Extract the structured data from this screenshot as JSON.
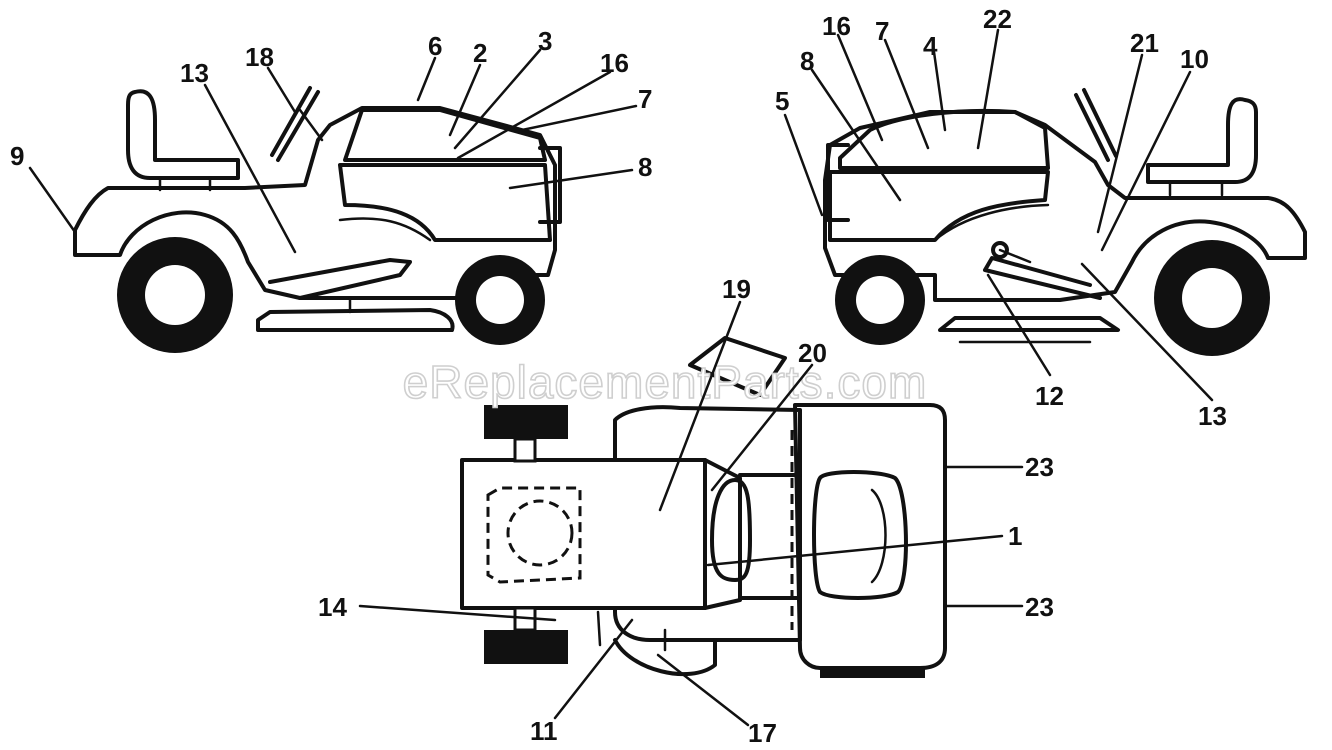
{
  "watermark": "eReplacementParts.com",
  "callouts": {
    "left_view": [
      "9",
      "13",
      "18",
      "6",
      "2",
      "3",
      "16",
      "7",
      "8"
    ],
    "right_view": [
      "16",
      "7",
      "4",
      "22",
      "8",
      "5",
      "21",
      "10",
      "12",
      "13"
    ],
    "top_view": [
      "19",
      "20",
      "23",
      "1",
      "23",
      "14",
      "11",
      "17"
    ]
  }
}
